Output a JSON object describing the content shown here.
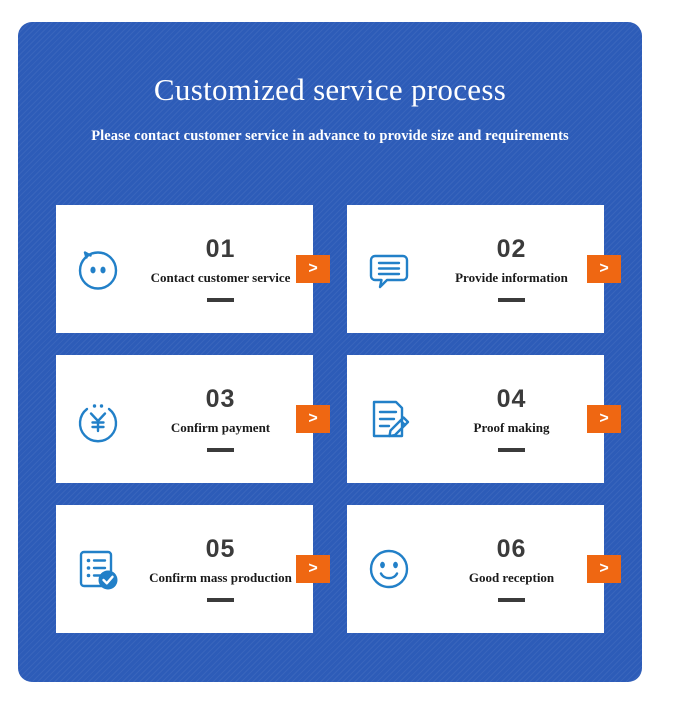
{
  "header": {
    "title": "Customized service process",
    "subtitle": "Please contact customer service in advance to provide size and requirements"
  },
  "theme": {
    "panel_blue": "#2d5cb8",
    "card_white": "#ffffff",
    "icon_blue": "#2280c8",
    "arrow_orange": "#ef6712",
    "number_gray": "#3b3b3b"
  },
  "arrow_label": ">",
  "steps": [
    {
      "number": "01",
      "label": "Contact customer service",
      "icon": "chat-face-icon",
      "arrow": ">"
    },
    {
      "number": "02",
      "label": "Provide information",
      "icon": "speech-bubble-lines-icon",
      "arrow": ">"
    },
    {
      "number": "03",
      "label": "Confirm payment",
      "icon": "yen-circle-icon",
      "arrow": ">"
    },
    {
      "number": "04",
      "label": "Proof making",
      "icon": "document-pencil-icon",
      "arrow": ">"
    },
    {
      "number": "05",
      "label": "Confirm mass production",
      "icon": "checklist-check-icon",
      "arrow": ">"
    },
    {
      "number": "06",
      "label": "Good reception",
      "icon": "smiley-face-icon",
      "arrow": ">"
    }
  ]
}
